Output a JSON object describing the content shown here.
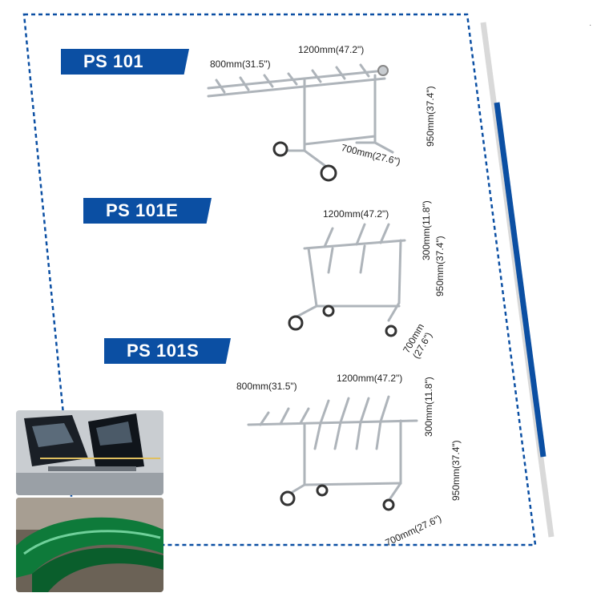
{
  "products": [
    {
      "model": "PS 101",
      "dims": {
        "length": "800mm(31.5\")",
        "width": "1200mm(47.2\")",
        "height": "950mm(37.4\")",
        "depth": "700mm(27.6\")"
      }
    },
    {
      "model": "PS 101E",
      "dims": {
        "width": "1200mm(47.2\")",
        "arm": "300mm(11.8\")",
        "height": "950mm(37.4\")",
        "depth": "700mm\n(27.6\")"
      }
    },
    {
      "model": "PS 101S",
      "dims": {
        "length": "800mm(31.5\")",
        "width": "1200mm(47.2\")",
        "arm": "300mm(11.8\")",
        "height": "950mm(37.4\")",
        "depth": "700mm(27.6\")"
      }
    }
  ],
  "colors": {
    "brand_blue": "#0b4fa3",
    "frame_gray": "#d9d9d9",
    "stand_silver": "#b9bec4"
  },
  "photos": [
    {
      "icon": "car-doors-photo"
    },
    {
      "icon": "green-bumper-photo"
    }
  ]
}
